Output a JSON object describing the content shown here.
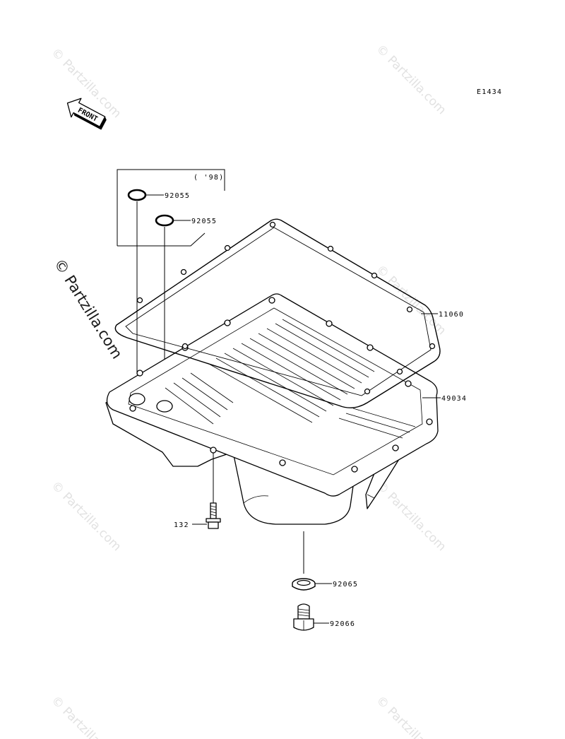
{
  "diagram_code": "E1434",
  "front_arrow_text": "FRONT",
  "year_note": "( '98)",
  "watermark_text": "© Partzilla.com",
  "callouts": {
    "oring_upper": "92055",
    "oring_lower": "92055",
    "gasket": "11060",
    "oil_pan": "49034",
    "bolt": "132",
    "washer": "92065",
    "drain_plug": "92066"
  }
}
